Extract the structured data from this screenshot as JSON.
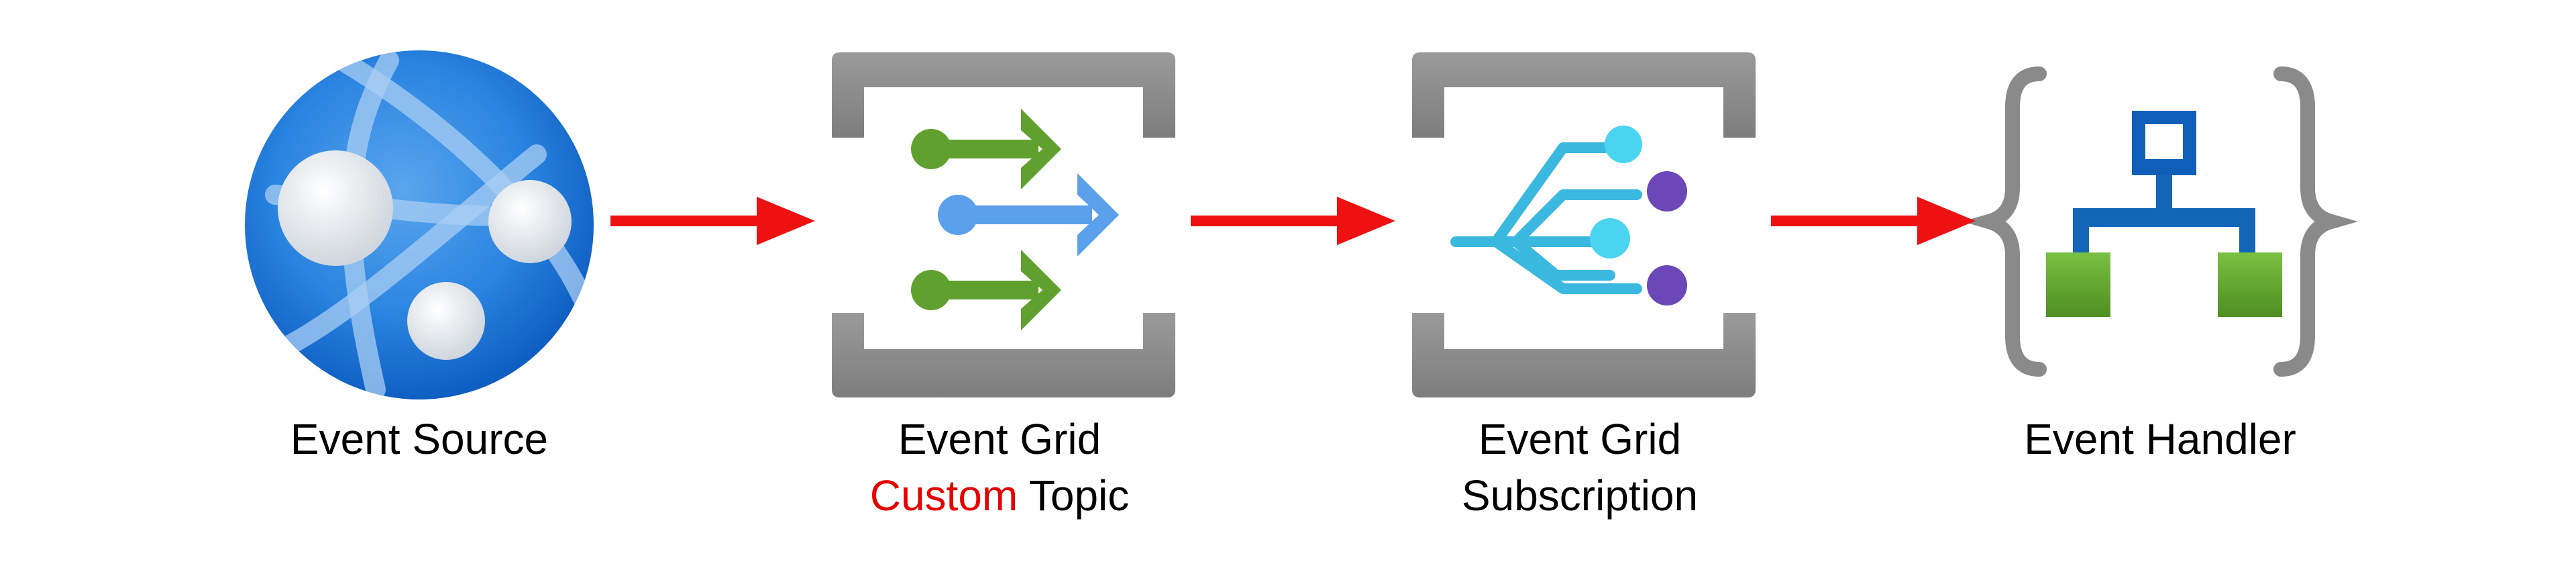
{
  "diagram": {
    "nodes": [
      {
        "id": "event-source",
        "icon": "app-service-globe-icon",
        "label_lines": [
          "Event Source"
        ]
      },
      {
        "id": "event-grid-topic",
        "icon": "event-grid-topic-icon",
        "label_line1": "Event Grid",
        "label_line2_accent": "Custom",
        "label_line2_rest": " Topic"
      },
      {
        "id": "event-grid-subscription",
        "icon": "event-grid-subscription-icon",
        "label_lines": [
          "Event Grid",
          "Subscription"
        ]
      },
      {
        "id": "event-handler",
        "icon": "logic-app-handler-icon",
        "label_lines": [
          "Event Handler"
        ]
      }
    ],
    "edges": [
      {
        "from": "event-source",
        "to": "event-grid-topic"
      },
      {
        "from": "event-grid-topic",
        "to": "event-grid-subscription"
      },
      {
        "from": "event-grid-subscription",
        "to": "event-handler"
      }
    ]
  },
  "colors": {
    "arrow": "#ee1111",
    "accent_text": "#e60000",
    "bracket_gray": "#8a8a8a",
    "globe_blue": "#1e73d8",
    "green": "#5fa02e",
    "light_blue_arrow": "#5aa0ea",
    "cyan": "#3bb8e0",
    "purple": "#6b47b8",
    "handler_blue": "#1466b8"
  }
}
